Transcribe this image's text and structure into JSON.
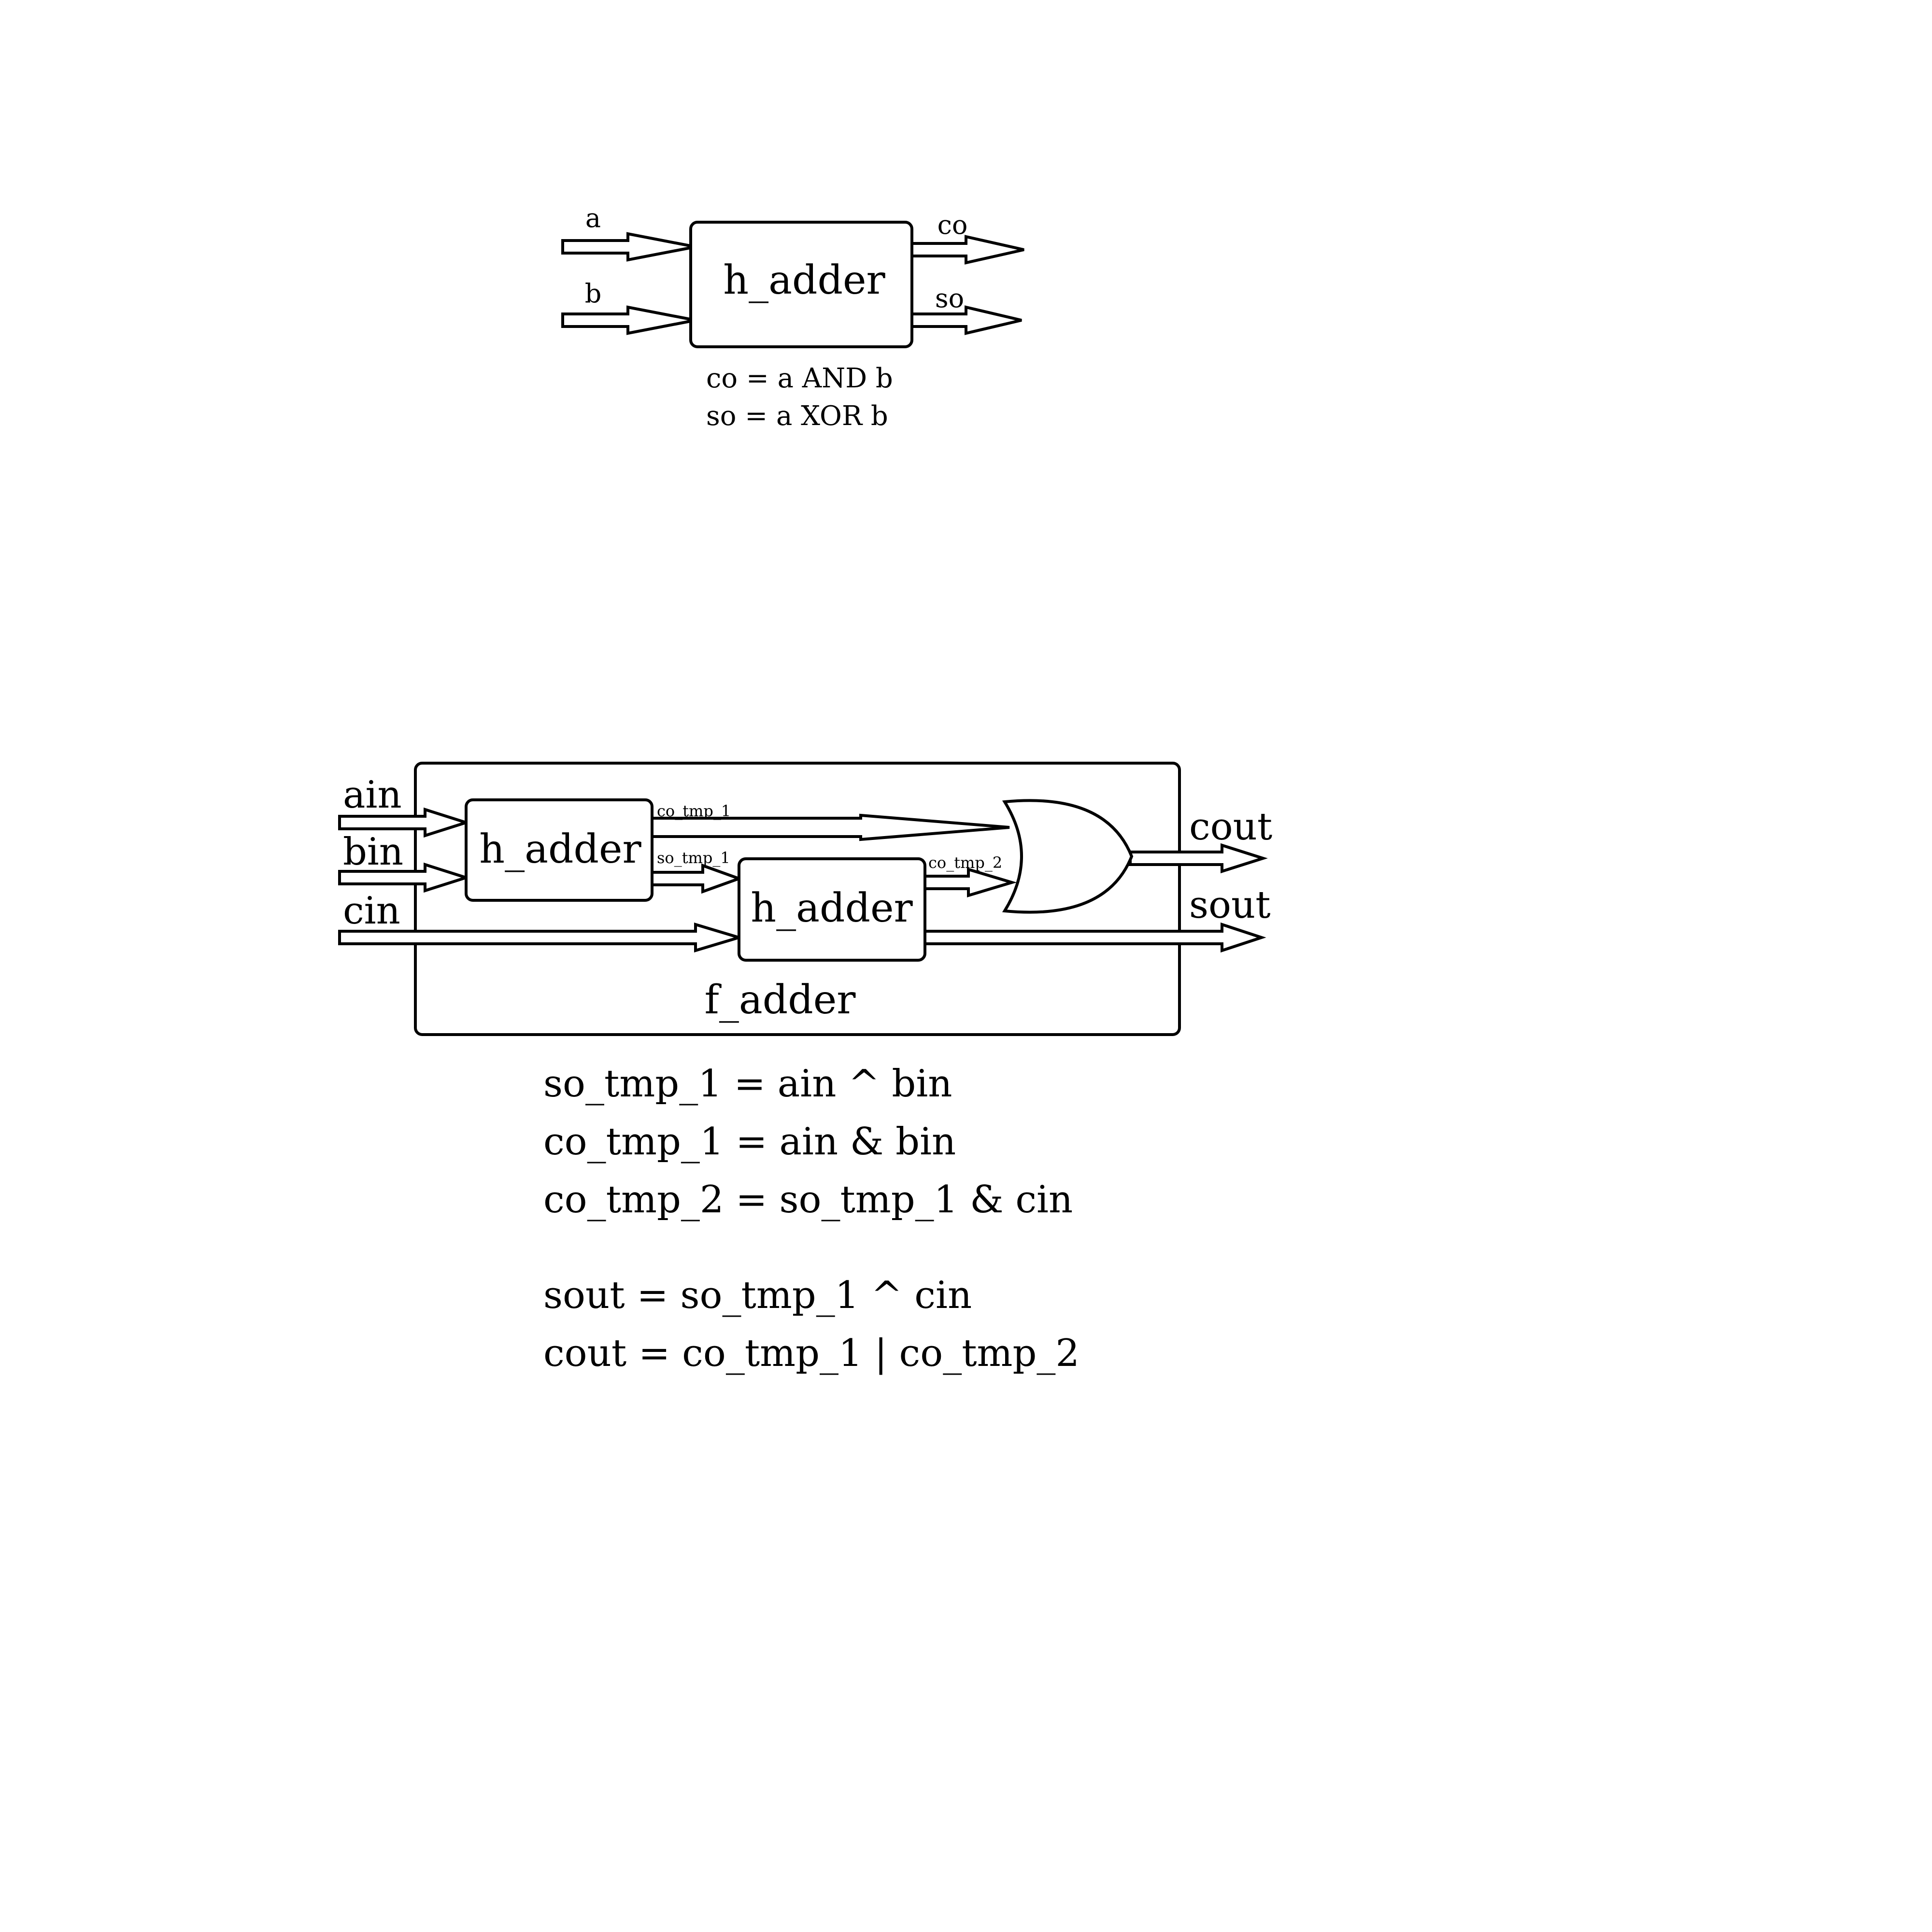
{
  "half_adder": {
    "block_label": "h_adder",
    "inputs": [
      "a",
      "b"
    ],
    "outputs": [
      "co",
      "so"
    ],
    "equations": [
      "co = a AND b",
      "so = a XOR b"
    ]
  },
  "full_adder": {
    "outer_label": "f_adder",
    "inputs": [
      "ain",
      "bin",
      "cin"
    ],
    "outputs": [
      "cout",
      "sout"
    ],
    "inner_block_label": "h_adder",
    "wires": [
      "co_tmp_1",
      "so_tmp_1",
      "co_tmp_2"
    ],
    "equations": [
      "so_tmp_1 = ain ^ bin",
      "co_tmp_1 = ain & bin",
      "co_tmp_2 = so_tmp_1 & cin",
      "sout = so_tmp_1 ^ cin",
      "cout = co_tmp_1 | co_tmp_2"
    ]
  }
}
